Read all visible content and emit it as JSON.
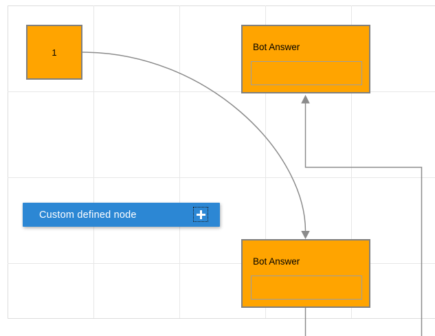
{
  "diagram": {
    "nodes": {
      "numbered_square": {
        "label": "1"
      },
      "bot_answer_top": {
        "title": "Bot Answer",
        "input_value": ""
      },
      "bot_answer_bottom": {
        "title": "Bot Answer",
        "input_value": ""
      },
      "custom_defined": {
        "label": "Custom defined node",
        "add_handle": "plus"
      }
    },
    "colors": {
      "node-orange": "#ffa400",
      "node-border": "#7f7f7f",
      "custom-blue": "#2c87d4",
      "connector": "#8b8b8b",
      "grid-line": "#e7e7e7",
      "grid-border": "#dcdcdc",
      "inner-box-border": "#9e9e9e"
    }
  }
}
